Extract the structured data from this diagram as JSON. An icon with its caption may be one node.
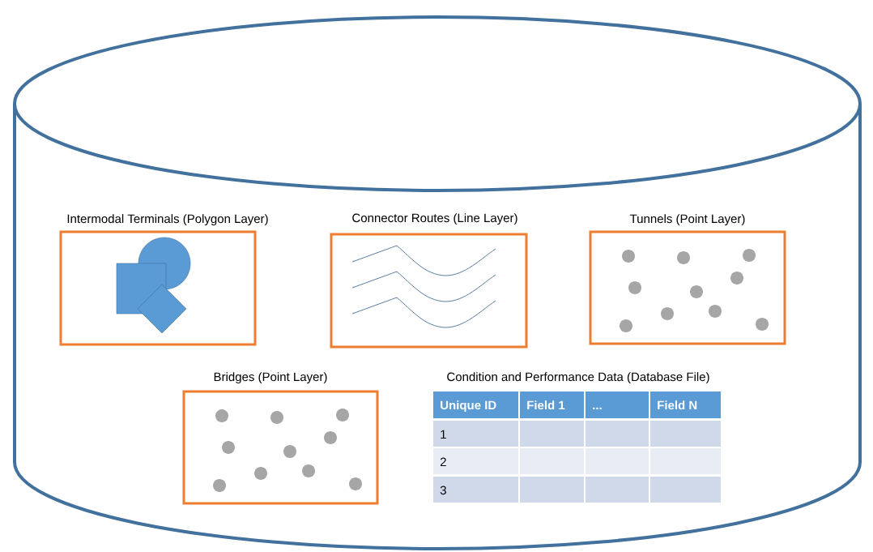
{
  "diagram": {
    "nodes": [
      {
        "text": [],
        "shape": "cylinder"
      },
      {
        "text": [
          "Intermodal Terminals (Polygon Layer)"
        ],
        "in": 0
      },
      {
        "text": [
          "Connector Routes (Line Layer)"
        ],
        "in": 0
      },
      {
        "text": [
          "Tunnels (Point Layer)"
        ],
        "in": 0
      },
      {
        "text": [
          "Bridges (Point Layer)"
        ],
        "in": 0
      },
      {
        "text": [
          "Condition and Performance Data (Database File)"
        ],
        "in": 0
      }
    ],
    "edges": [],
    "labels": [
      "Unique ID",
      "Field 1",
      "...",
      "Field N",
      "1",
      "2",
      "3"
    ]
  }
}
